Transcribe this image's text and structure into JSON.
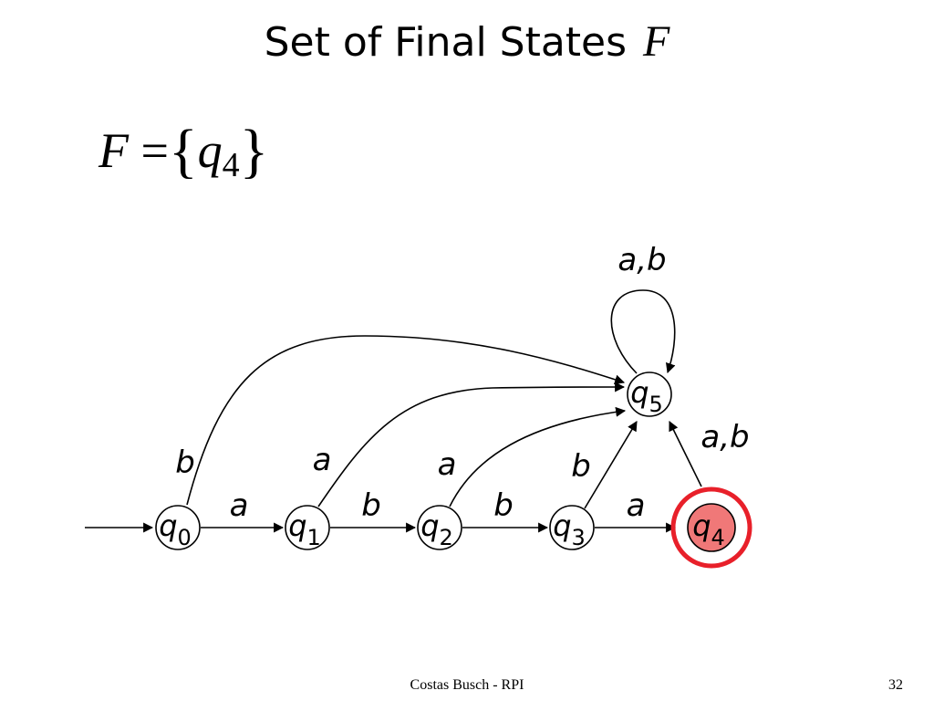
{
  "title": {
    "text": "Set of Final States",
    "symbol": "F"
  },
  "formula": {
    "lhs": "F",
    "eq": "=",
    "open": "{",
    "state": "q",
    "sub": "4",
    "close": "}"
  },
  "states": [
    {
      "id": "q0",
      "base": "q",
      "sub": "0",
      "final": false,
      "initial": true
    },
    {
      "id": "q1",
      "base": "q",
      "sub": "1",
      "final": false,
      "initial": false
    },
    {
      "id": "q2",
      "base": "q",
      "sub": "2",
      "final": false,
      "initial": false
    },
    {
      "id": "q3",
      "base": "q",
      "sub": "3",
      "final": false,
      "initial": false
    },
    {
      "id": "q4",
      "base": "q",
      "sub": "4",
      "final": true,
      "initial": false
    },
    {
      "id": "q5",
      "base": "q",
      "sub": "5",
      "final": false,
      "initial": false
    }
  ],
  "transitions": [
    {
      "from": "q0",
      "to": "q1",
      "label": "a"
    },
    {
      "from": "q1",
      "to": "q2",
      "label": "b"
    },
    {
      "from": "q2",
      "to": "q3",
      "label": "b"
    },
    {
      "from": "q3",
      "to": "q4",
      "label": "a"
    },
    {
      "from": "q0",
      "to": "q5",
      "label": "b"
    },
    {
      "from": "q1",
      "to": "q5",
      "label": "a"
    },
    {
      "from": "q2",
      "to": "q5",
      "label": "a"
    },
    {
      "from": "q3",
      "to": "q5",
      "label": "b"
    },
    {
      "from": "q4",
      "to": "q5",
      "label": "a,b"
    },
    {
      "from": "q5",
      "to": "q5",
      "label": "a,b"
    }
  ],
  "colors": {
    "final_fill": "#f07878",
    "final_ring": "#e8202a",
    "stroke": "#000000"
  },
  "footer": {
    "author": "Costas Busch - RPI",
    "page": "32"
  }
}
